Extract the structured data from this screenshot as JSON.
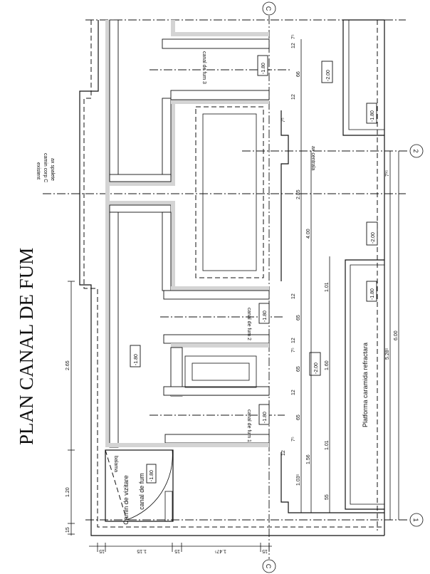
{
  "title": "PLAN CANAL DE FUM",
  "grid_labels": {
    "c_top": "C",
    "c_bottom": "C",
    "axis_1": "1",
    "axis_2": "2"
  },
  "axis_notes": {
    "ax_spalete": [
      "ax spalete",
      "camin corp C",
      "existent"
    ],
    "ax_centrala": "ax centrala"
  },
  "rooms": {
    "camin": {
      "lines": [
        "Camin de vizitare",
        "canal de fum"
      ],
      "hinge": "balama",
      "level": "-1.80"
    },
    "platform": "Platforma caramida refractara",
    "channels": [
      "canal de fum 1",
      "canal de fum 2",
      "canal de fum 3"
    ]
  },
  "levels": {
    "main": "-1.80",
    "canal1": "-1.80",
    "canal2": "-1.80",
    "canal3": "-1.80",
    "mid": "-2.00",
    "right_low": "-1.80",
    "right_mid": "-2.00",
    "top_right": "-2.00",
    "top_right_inner": "-1.80"
  },
  "dimensions": {
    "left": [
      "2.65",
      "1.20",
      "15"
    ],
    "bottom": [
      "15",
      "1.15",
      "15",
      "1.47⁵",
      "15"
    ],
    "column": [
      "66",
      "2.85",
      "4.00",
      "1.01",
      "65",
      "1.60",
      "65",
      "65",
      "1.01",
      "1.56",
      "1.03⁵",
      "55"
    ],
    "small": [
      "12",
      "7⁵",
      "12",
      "7⁵",
      "12",
      "12",
      "7⁵",
      "12",
      "7⁵",
      "12"
    ],
    "overall": [
      "7¹⁵",
      "5.28⁵",
      "6.00"
    ]
  }
}
